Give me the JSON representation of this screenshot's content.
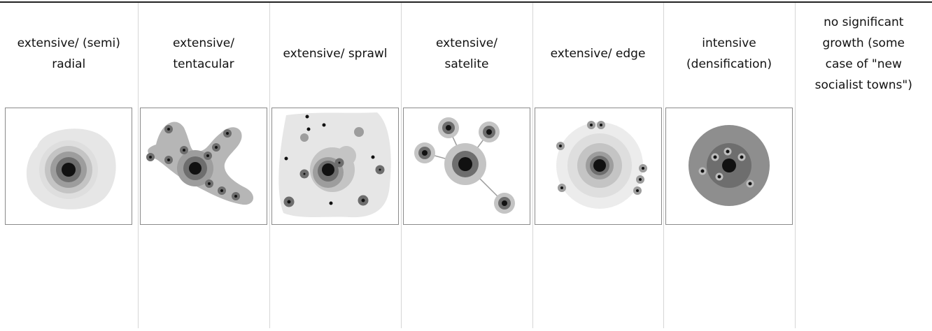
{
  "columns": [
    {
      "heading": "extensive/ (semi)\nradial",
      "diagram": "radial-growth-diagram"
    },
    {
      "heading": "extensive/\ntentacular",
      "diagram": "tentacular-growth-diagram"
    },
    {
      "heading": "extensive/ sprawl",
      "diagram": "sprawl-growth-diagram"
    },
    {
      "heading": "extensive/\nsatelite",
      "diagram": "satellite-growth-diagram"
    },
    {
      "heading": "extensive/ edge",
      "diagram": "edge-growth-diagram"
    },
    {
      "heading": "intensive\n(densification)",
      "diagram": "densification-diagram"
    },
    {
      "heading": "no significant\ngrowth (some\ncase of \"new\nsocialist towns\")",
      "diagram": null
    }
  ],
  "colors": {
    "core": "#111111",
    "ring_dark": "#6e6e6e",
    "ring_mid": "#9d9d9d",
    "ring_light": "#c4c4c4",
    "ring_pale": "#dedede",
    "blob": "#e6e6e6",
    "table_border": "#d6d6d6",
    "frame_border": "#8a8a8a"
  }
}
